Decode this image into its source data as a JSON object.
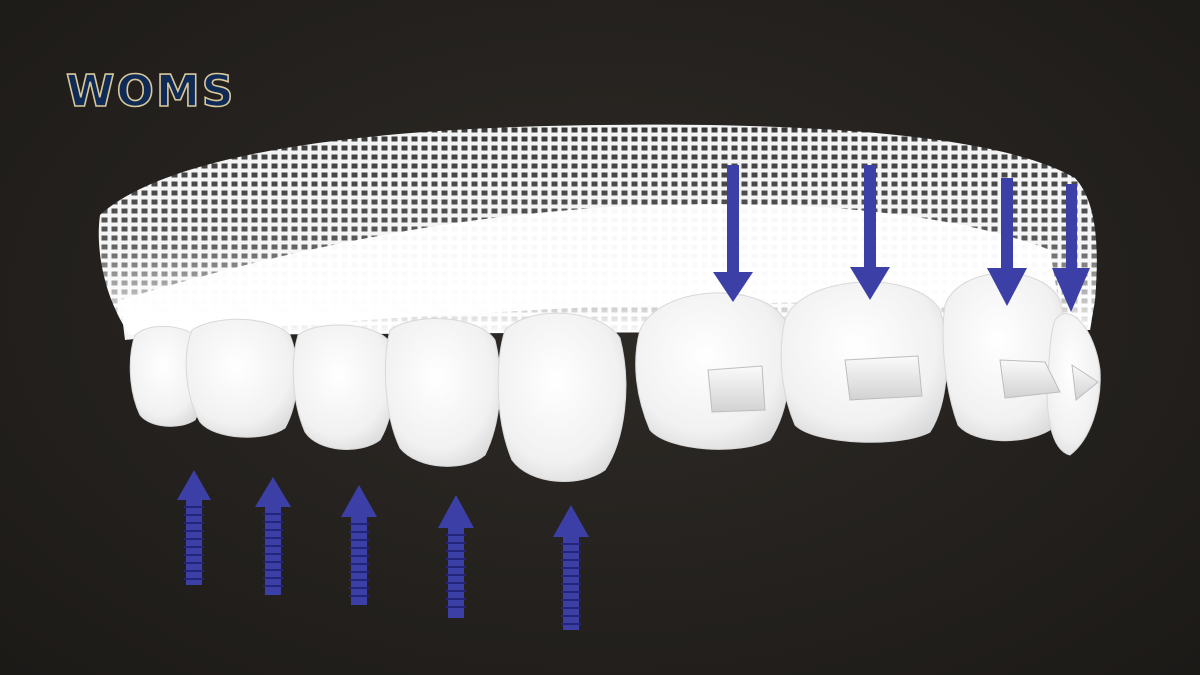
{
  "brand": {
    "logo_text": "WOMS",
    "logo_fill": "#0f2a55",
    "logo_outline": "#d9c79a"
  },
  "scene": {
    "subject": "clear-aligner-over-upper-teeth",
    "arrow_color": "#3b3fa6",
    "background": "#24211e",
    "downward_arrow_count": 4,
    "upward_arrow_count": 5
  }
}
